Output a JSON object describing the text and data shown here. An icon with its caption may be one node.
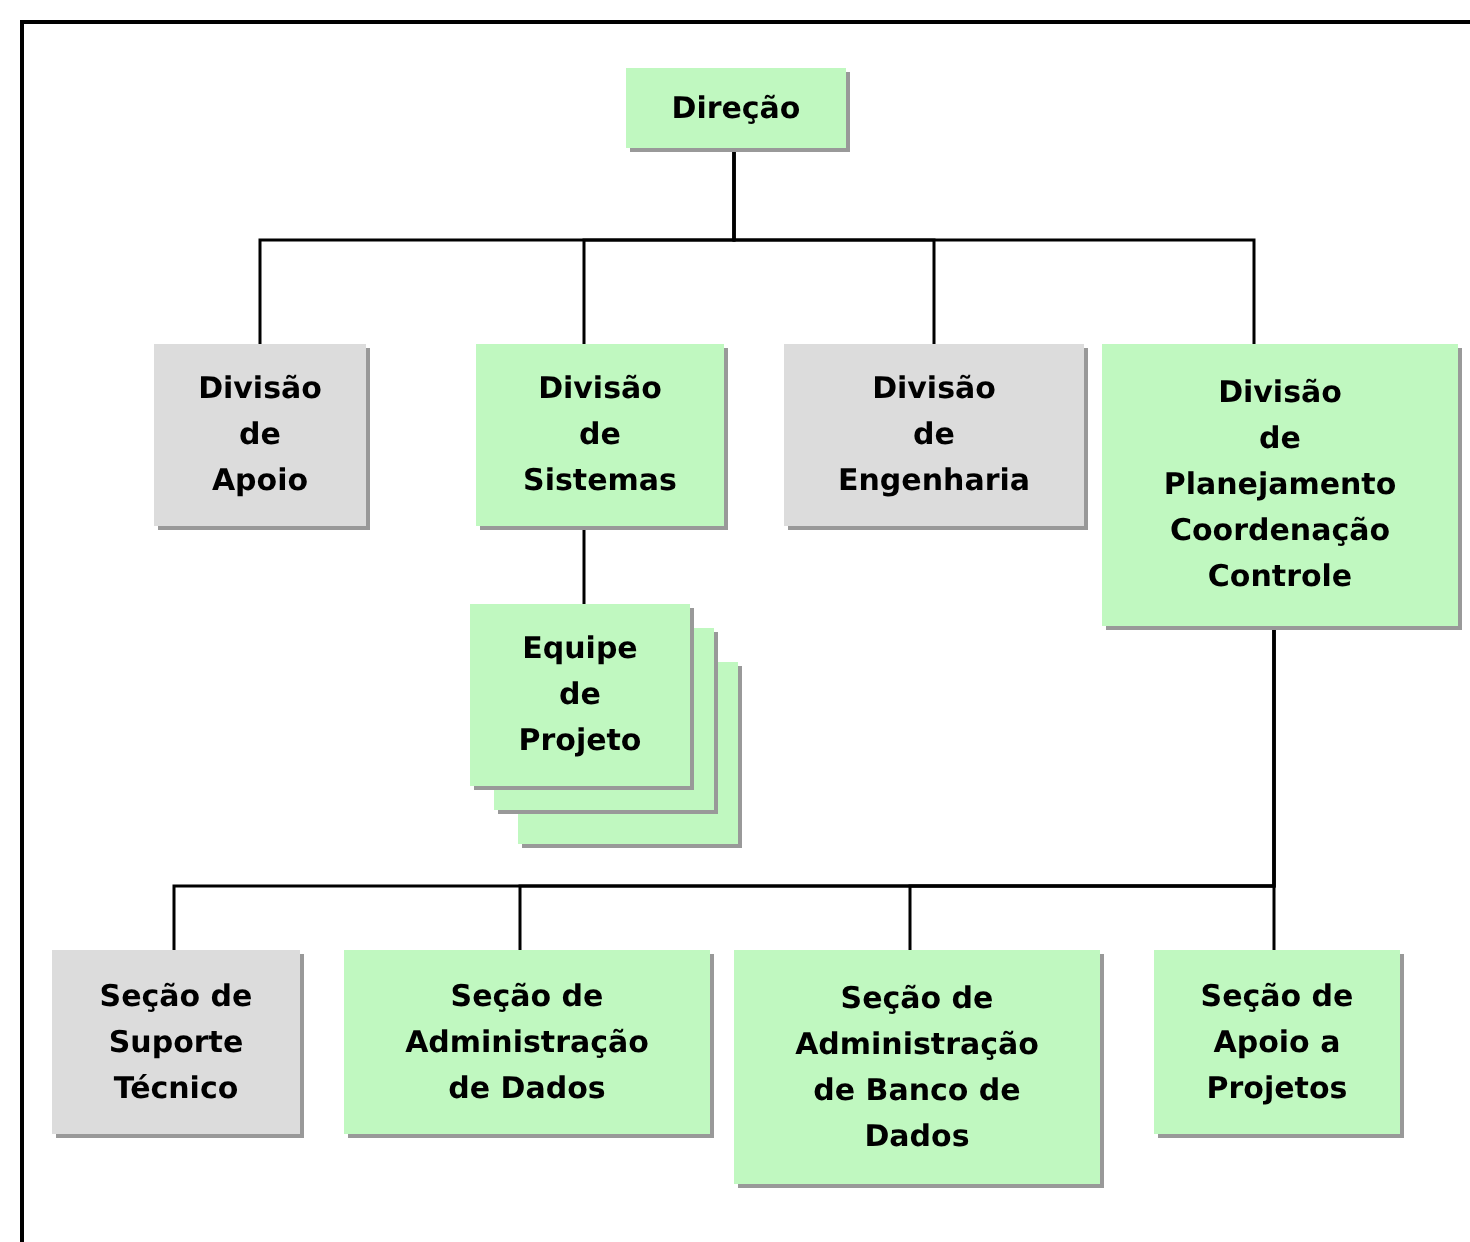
{
  "diagram": {
    "nodes": [
      {
        "text": [
          "Direção"
        ]
      },
      {
        "text": [
          "Divisão de Apoio"
        ]
      },
      {
        "text": [
          "Divisão de Sistemas"
        ]
      },
      {
        "text": [
          "Divisão de Engenharia"
        ]
      },
      {
        "text": [
          "Divisão de Planejamento Coordenação Controle"
        ]
      },
      {
        "text": [
          "Equipe de Projeto"
        ]
      },
      {
        "text": [
          "Seção de Suporte Técnico"
        ]
      },
      {
        "text": [
          "Seção de Administração de Dados"
        ]
      },
      {
        "text": [
          "Seção de Administração de Banco de Dados"
        ]
      },
      {
        "text": [
          "Seção de Apoio a Projetos"
        ]
      }
    ],
    "edges": [
      {
        "from": 0,
        "to": 1,
        "arrow": "none"
      },
      {
        "from": 0,
        "to": 2,
        "arrow": "none"
      },
      {
        "from": 0,
        "to": 3,
        "arrow": "none"
      },
      {
        "from": 0,
        "to": 4,
        "arrow": "none"
      },
      {
        "from": 2,
        "to": 5,
        "arrow": "none"
      },
      {
        "from": 4,
        "to": 6,
        "arrow": "none"
      },
      {
        "from": 4,
        "to": 7,
        "arrow": "none"
      },
      {
        "from": 4,
        "to": 8,
        "arrow": "none"
      },
      {
        "from": 4,
        "to": 9,
        "arrow": "none"
      }
    ]
  }
}
